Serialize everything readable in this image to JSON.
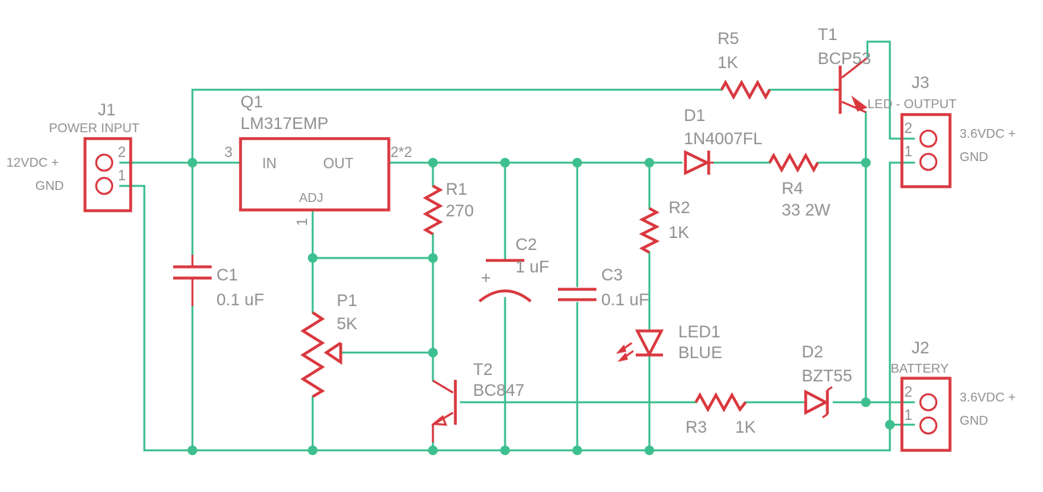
{
  "colors": {
    "wire": "#3dbf8f",
    "part": "#d9373e",
    "text": "#909090",
    "background": "#ffffff"
  },
  "components": {
    "j1": {
      "ref": "J1",
      "name": "POWER INPUT",
      "pin2": "2",
      "pin1": "1",
      "label_pos": "12VDC +",
      "label_gnd": "GND"
    },
    "j2": {
      "ref": "J2",
      "name": "BATTERY",
      "pin2": "2",
      "pin1": "1",
      "label_pos": "3.6VDC +",
      "label_gnd": "GND"
    },
    "j3": {
      "ref": "J3",
      "name": "LED - OUTPUT",
      "pin2": "2",
      "pin1": "1",
      "label_pos": "3.6VDC +",
      "label_gnd": "GND"
    },
    "q1": {
      "ref": "Q1",
      "value": "LM317EMP",
      "pin_in": "IN",
      "pin_out": "OUT",
      "pin_adj": "ADJ",
      "pin_in_num": "3",
      "pin_out_num": "2*2",
      "pin_adj_num": "1"
    },
    "c1": {
      "ref": "C1",
      "value": "0.1 uF"
    },
    "c2": {
      "ref": "C2",
      "value": "1 uF",
      "polarity": "+"
    },
    "c3": {
      "ref": "C3",
      "value": "0.1 uF"
    },
    "r1": {
      "ref": "R1",
      "value": "270"
    },
    "r2": {
      "ref": "R2",
      "value": "1K"
    },
    "r3": {
      "ref": "R3",
      "value": "1K"
    },
    "r4": {
      "ref": "R4",
      "value": "33 2W"
    },
    "r5": {
      "ref": "R5",
      "value": "1K"
    },
    "p1": {
      "ref": "P1",
      "value": "5K"
    },
    "d1": {
      "ref": "D1",
      "value": "1N4007FL"
    },
    "d2": {
      "ref": "D2",
      "value": "BZT55"
    },
    "led1": {
      "ref": "LED1",
      "value": "BLUE"
    },
    "t1": {
      "ref": "T1",
      "value": "BCP53"
    },
    "t2": {
      "ref": "T2",
      "value": "BC847"
    }
  }
}
